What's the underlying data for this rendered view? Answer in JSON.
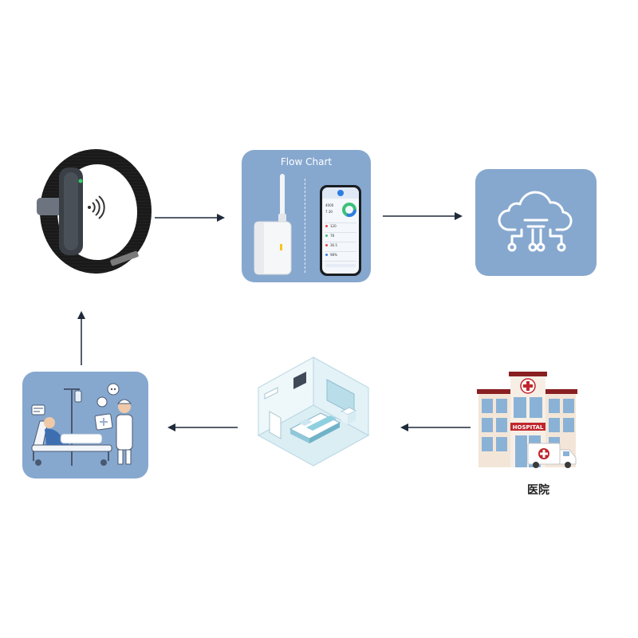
{
  "flow_card": {
    "title": "Flow Chart"
  },
  "hospital": {
    "sign": "HOSPITAL",
    "label": "医院"
  },
  "phone": {
    "values": [
      "4000",
      "7.30",
      "120",
      "78",
      "36.5",
      "98%"
    ]
  },
  "colors": {
    "card_bg": "#86a8cf",
    "arrow": "#1f2a3a",
    "band": "#1a1a1a",
    "hospital_red": "#c0272d"
  },
  "nodes": [
    "wristband-device",
    "gateway-and-phone-app",
    "cloud-platform",
    "hospital",
    "hospital-ward",
    "patient-and-doctor"
  ]
}
